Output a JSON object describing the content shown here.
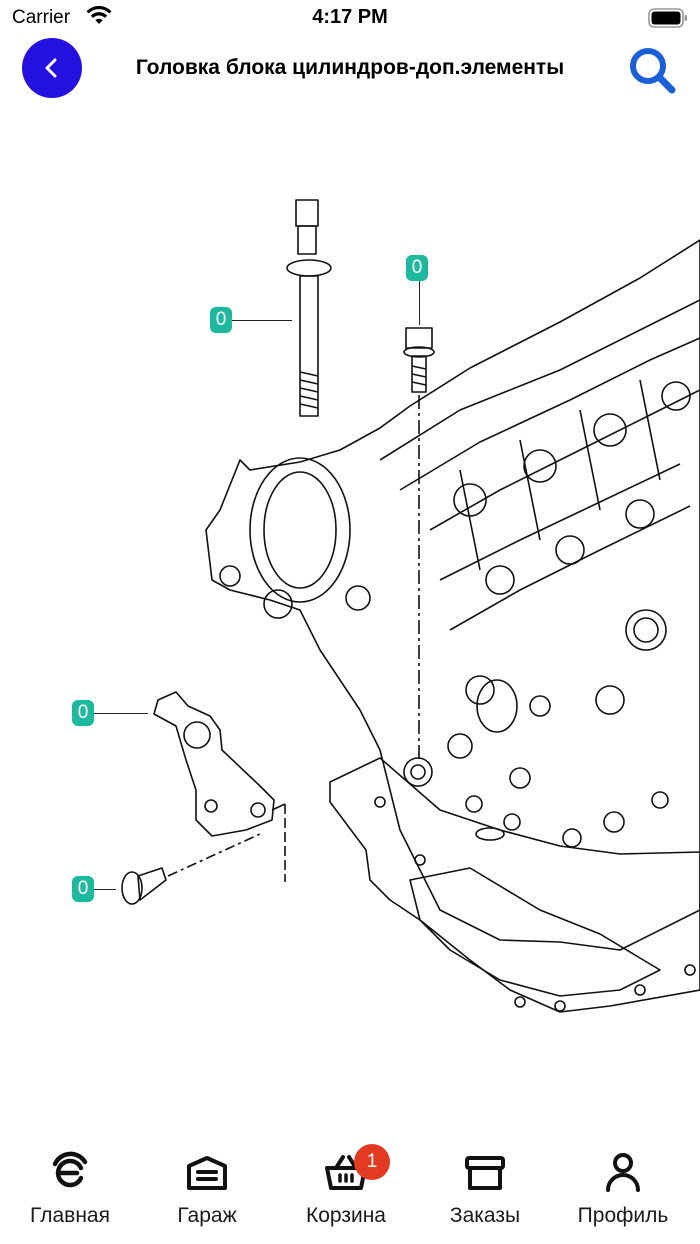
{
  "status_bar": {
    "carrier": "Carrier",
    "time": "4:17 PM"
  },
  "header": {
    "title": "Головка блока цилиндров-доп.элементы"
  },
  "callouts": [
    "0",
    "0",
    "0",
    "0"
  ],
  "tabs": [
    {
      "label": "Главная",
      "icon": "home-logo-icon"
    },
    {
      "label": "Гараж",
      "icon": "garage-icon"
    },
    {
      "label": "Корзина",
      "icon": "basket-icon",
      "badge": "1"
    },
    {
      "label": "Заказы",
      "icon": "orders-box-icon"
    },
    {
      "label": "Профиль",
      "icon": "profile-icon"
    }
  ],
  "colors": {
    "accent": "#2511e0",
    "search": "#1a5fd6",
    "callout": "#1db89d",
    "badge": "#e23b22"
  }
}
